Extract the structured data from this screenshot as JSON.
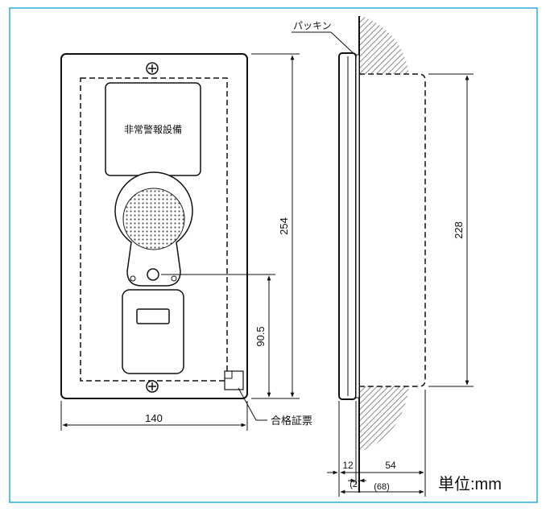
{
  "diagram": {
    "panel_label": "非常警報設備",
    "packing_label": "パッキン",
    "cert_label": "合格証票",
    "unit_label": "単位:mm",
    "dims": {
      "width_front": "140",
      "height_front": "254",
      "button_height": "90.5",
      "height_box": "228",
      "flange_thickness": "12",
      "box_depth": "54",
      "gasket": "(2)",
      "total_depth": "(68)"
    }
  },
  "colors": {
    "frame_border": "#29aae1",
    "line": "#111111",
    "hatch": "#8c8c8c"
  }
}
